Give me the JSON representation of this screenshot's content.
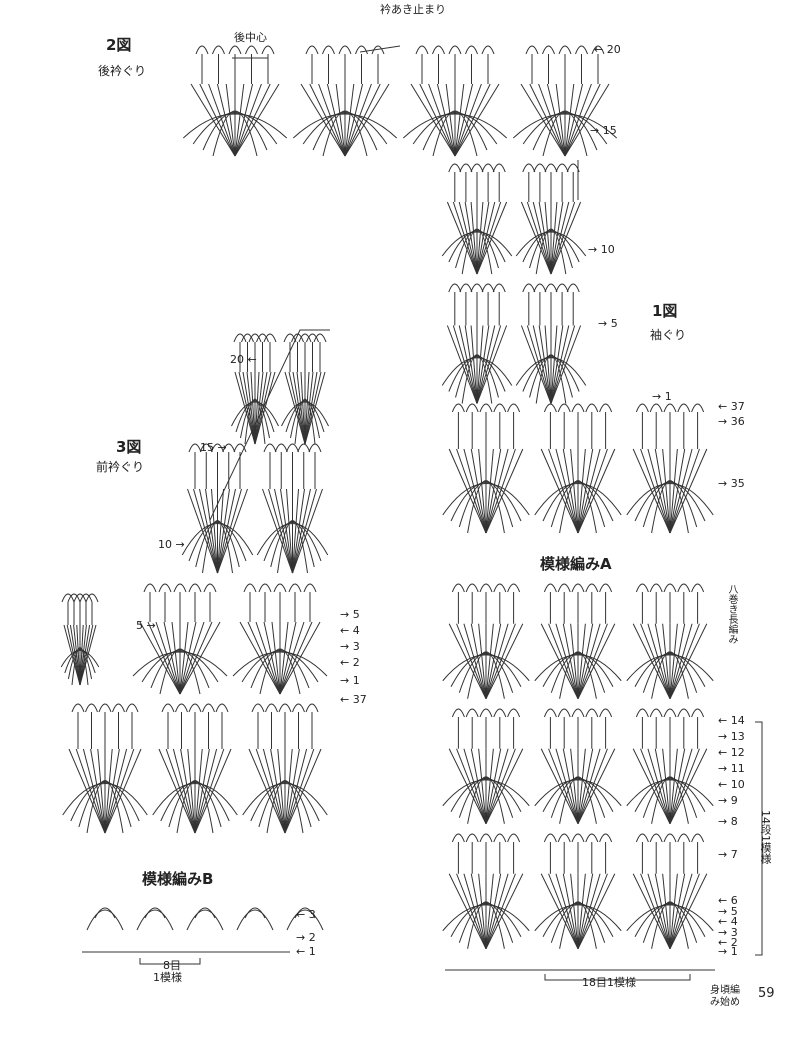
{
  "fig2": {
    "title": "2図",
    "subtitle": "後衿ぐり",
    "center_label": "後中心",
    "end_label": "衿あき止まり",
    "rows": [
      "20",
      "15"
    ]
  },
  "fig1": {
    "title": "1図",
    "subtitle": "袖ぐり",
    "rows": [
      "10",
      "5",
      "1",
      "37",
      "36",
      "35"
    ]
  },
  "fig3": {
    "title": "3図",
    "subtitle": "前衿ぐり",
    "rows_left": [
      "20",
      "15",
      "10",
      "5"
    ],
    "rows_right": [
      "5",
      "4",
      "3",
      "2",
      "1",
      "37"
    ]
  },
  "patternA": {
    "title": "模様編みA",
    "vertical_note": "八巻き長編み",
    "rows": [
      "14",
      "13",
      "12",
      "11",
      "10",
      "9",
      "8",
      "7",
      "6",
      "5",
      "4",
      "3",
      "2",
      "1"
    ],
    "repeat_rows": "14段1模様",
    "repeat_stitches": "18目1模様",
    "start_note": "身頃編み始め"
  },
  "patternB": {
    "title": "模様編みB",
    "rows": [
      "3",
      "2",
      "1"
    ],
    "stitches": "8目",
    "repeat": "1模様"
  },
  "page_number": "59"
}
